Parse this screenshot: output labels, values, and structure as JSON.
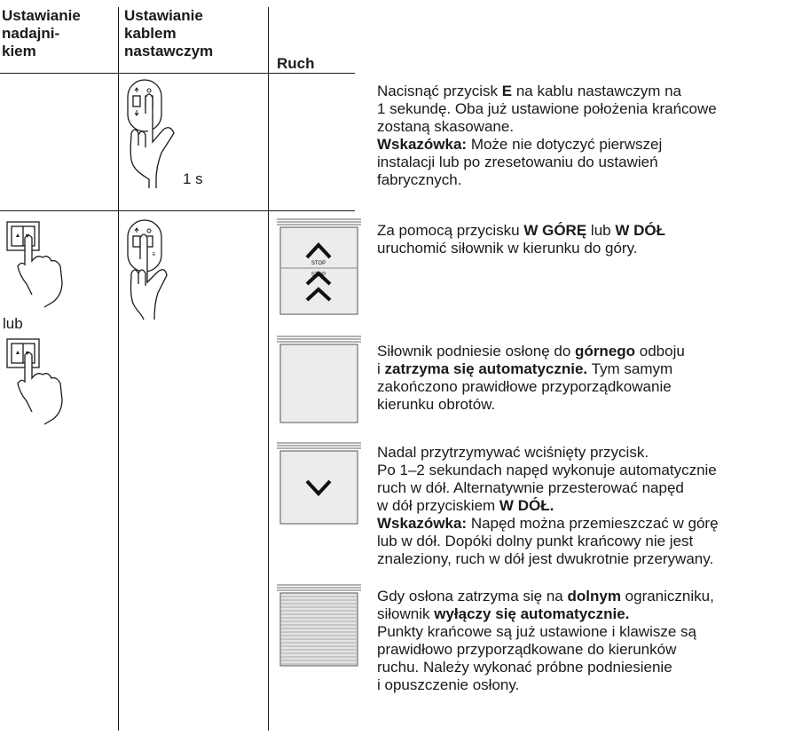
{
  "header": {
    "col1": [
      "Ustawianie",
      "nadajni-",
      "kiem"
    ],
    "col2": [
      "Ustawianie",
      "kablem",
      "nastawczym"
    ],
    "col3": "Ruch"
  },
  "steps": [
    {
      "duration": "1 s",
      "lines": [
        [
          "Nacisnąć przycisk ",
          {
            "b": "E"
          },
          " na kablu nastawczym na"
        ],
        [
          "1 sekundę. Oba już ustawione położenia krańcowe"
        ],
        [
          "zostaną skasowane."
        ],
        [
          {
            "b": "Wskazówka:"
          },
          " Może nie dotyczyć pierwszej"
        ],
        [
          "instalacji lub po zresetowaniu do ustawień"
        ],
        [
          "fabrycznych."
        ]
      ]
    },
    {
      "or_label": "lub",
      "stop_label": "STOP",
      "remote_key_symbol": "E",
      "lines": [
        [
          "Za pomocą przycisku ",
          {
            "b": "W GÓRĘ"
          },
          " lub ",
          {
            "b": "W DÓŁ"
          }
        ],
        [
          "uruchomić siłownik w kierunku do góry."
        ]
      ]
    },
    {
      "lines": [
        [
          "Siłownik podniesie osłonę do ",
          {
            "b": "górnego"
          },
          " odboju"
        ],
        [
          "i ",
          {
            "b": "zatrzyma się automatycznie."
          },
          " Tym samym"
        ],
        [
          "zakończono prawidłowe przyporządkowanie"
        ],
        [
          "kierunku obrotów."
        ]
      ]
    },
    {
      "lines": [
        [
          "Nadal przytrzymywać wciśnięty przycisk."
        ],
        [
          "Po 1–2 sekundach napęd wykonuje automatycznie"
        ],
        [
          "ruch w dół. Alternatywnie przesterować napęd"
        ],
        [
          "w dół przyciskiem ",
          {
            "b": "W DÓŁ."
          }
        ],
        [
          {
            "b": "Wskazówka:"
          },
          " Napęd można przemieszczać w górę"
        ],
        [
          "lub w dół. Dopóki dolny punkt krańcowy nie jest"
        ],
        [
          "znaleziony, ruch w dół jest dwukrotnie przerywany."
        ]
      ]
    },
    {
      "lines": [
        [
          "Gdy osłona zatrzyma się na ",
          {
            "b": "dolnym"
          },
          " ograniczniku,"
        ],
        [
          "siłownik ",
          {
            "b": "wyłączy się automatycznie."
          }
        ],
        [
          "Punkty krańcowe są już ustawione i klawisze są"
        ],
        [
          "prawidłowo przyporządkowane do kierunków"
        ],
        [
          "ruchu. Należy wykonać próbne podniesienie"
        ],
        [
          "i opuszczenie osłony."
        ]
      ]
    }
  ]
}
